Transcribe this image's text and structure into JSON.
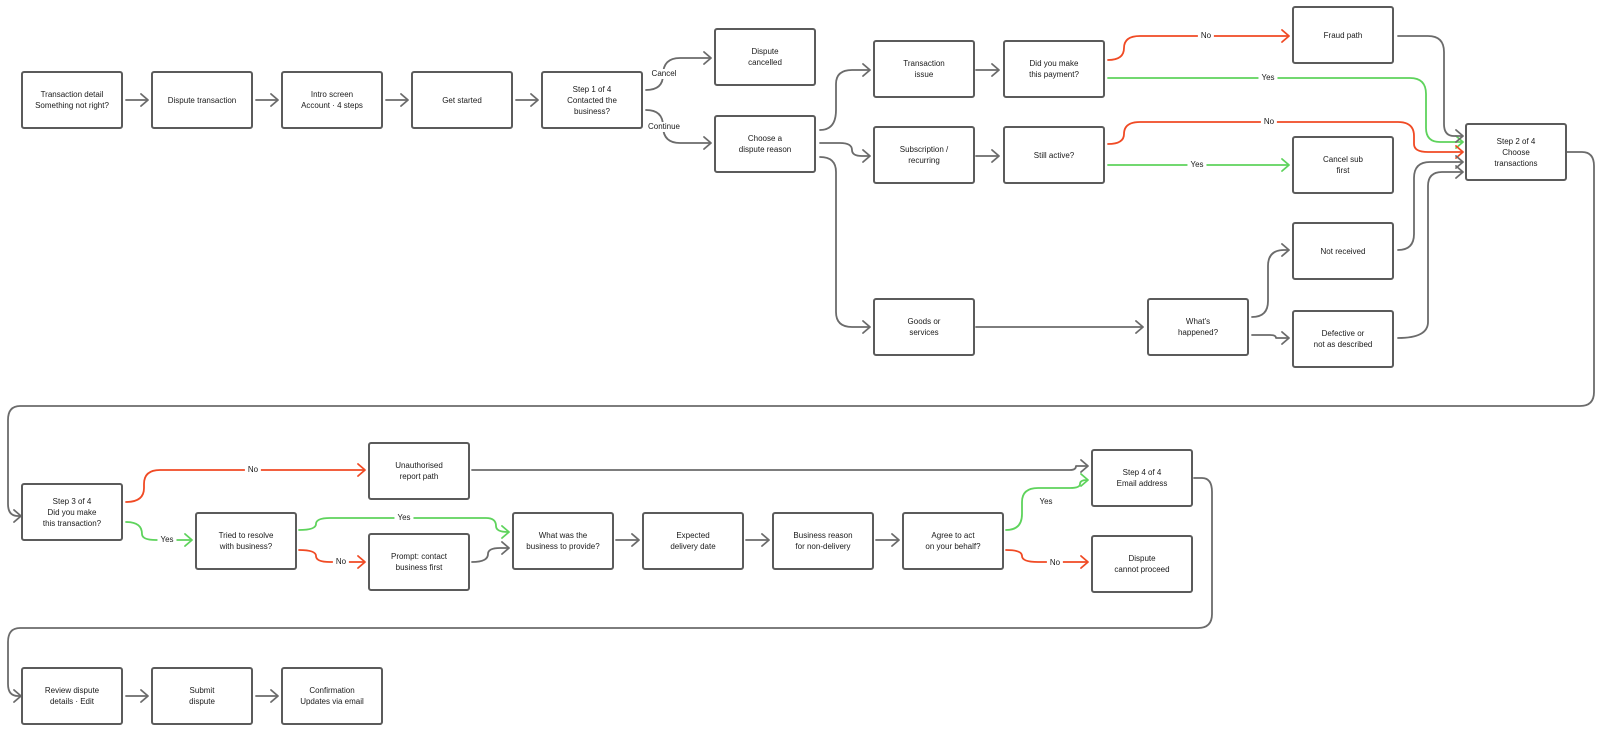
{
  "palette": {
    "connector": "#6b6b6b",
    "yes_path": "#5ed35c",
    "no_path": "#f04a24",
    "node_border": "#5b5b5b"
  },
  "nodes": {
    "transaction_detail": "Transaction detail\nSomething not right?",
    "dispute_transaction": "Dispute transaction",
    "intro_screen": "Intro screen\nAccount · 4 steps",
    "get_started": "Get started",
    "step1": "Step 1 of 4\nContacted the\nbusiness?",
    "dispute_cancelled": "Dispute\ncancelled",
    "choose_reason": "Choose a\ndispute reason",
    "transaction_issue": "Transaction\nissue",
    "did_you_make_payment": "Did you make\nthis payment?",
    "fraud_path": "Fraud path",
    "subscription": "Subscription /\nrecurring",
    "still_active": "Still active?",
    "cancel_sub": "Cancel sub\nfirst",
    "step2": "Step 2 of 4\nChoose\ntransactions",
    "not_received": "Not received",
    "goods_services": "Goods or\nservices",
    "whats_happened": "What's\nhappened?",
    "defective": "Defective or\nnot as described",
    "step3": "Step 3 of 4\nDid you make\nthis transaction?",
    "unauthorised": "Unauthorised\nreport path",
    "step4": "Step 4 of 4\nEmail address",
    "tried_resolve": "Tried to resolve\nwith business?",
    "prompt_contact": "Prompt: contact\nbusiness first",
    "business_provide": "What was the\nbusiness to provide?",
    "expected_delivery": "Expected\ndelivery date",
    "business_reason": "Business reason\nfor non-delivery",
    "agree_act": "Agree to act\non your behalf?",
    "cannot_proceed": "Dispute\ncannot proceed",
    "review_details": "Review dispute\ndetails · Edit",
    "submit_dispute": "Submit\ndispute",
    "confirmation": "Confirmation\nUpdates via email"
  },
  "edge_labels": {
    "cancel": "Cancel",
    "continue": "Continue",
    "payment_no": "No",
    "payment_yes": "Yes",
    "active_no": "No",
    "active_yes": "Yes",
    "step3_no": "No",
    "step3_yes": "Yes",
    "resolve_yes": "Yes",
    "resolve_no": "No",
    "agree_yes": "Yes",
    "agree_no": "No"
  }
}
